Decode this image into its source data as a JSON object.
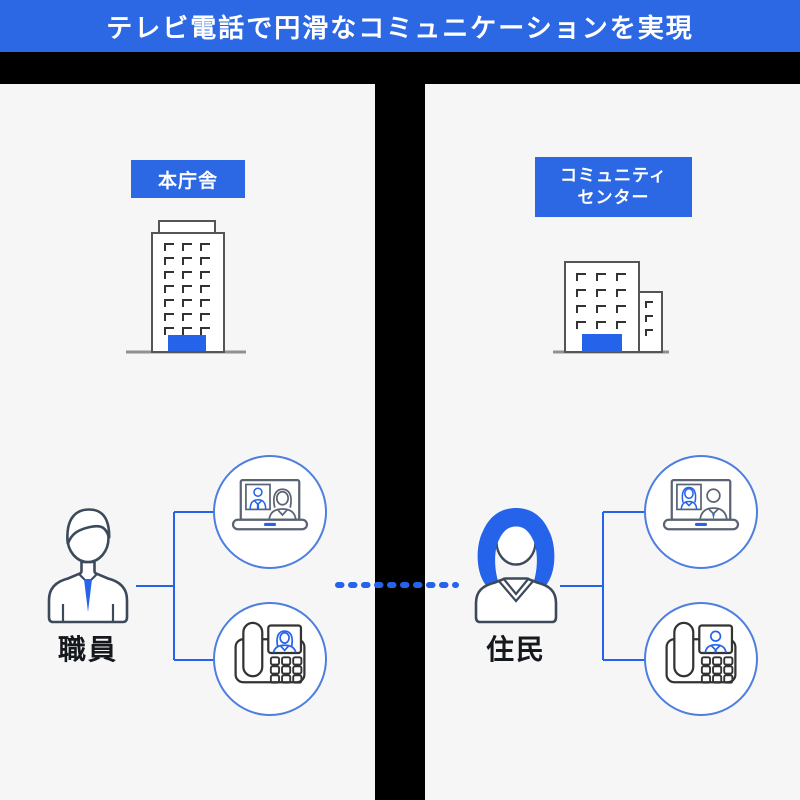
{
  "header": {
    "title": "テレビ電話で円滑なコミュニケーションを実現"
  },
  "left_panel": {
    "location_label": "本庁舎",
    "person_label": "職員",
    "building_icon": "tall-office-building-icon",
    "person_icon": "male-staff-icon",
    "device_icons": [
      "laptop-video-call-icon",
      "video-phone-icon"
    ]
  },
  "right_panel": {
    "location_label_lines": [
      "コミュニティ",
      "センター"
    ],
    "person_label": "住民",
    "building_icon": "community-center-building-icon",
    "person_icon": "female-resident-icon",
    "device_icons": [
      "laptop-video-call-icon",
      "video-phone-icon"
    ]
  },
  "connection": {
    "style": "dotted-line",
    "color": "#2563eb"
  },
  "colors": {
    "header_bg": "#2d68e4",
    "accent_blue": "#2563eb",
    "panel_bg": "#f6f6f7",
    "background": "#000000",
    "circle_border": "#4d7ee0",
    "outline_dark": "#3d4a5c",
    "label_text": "#15181d"
  }
}
